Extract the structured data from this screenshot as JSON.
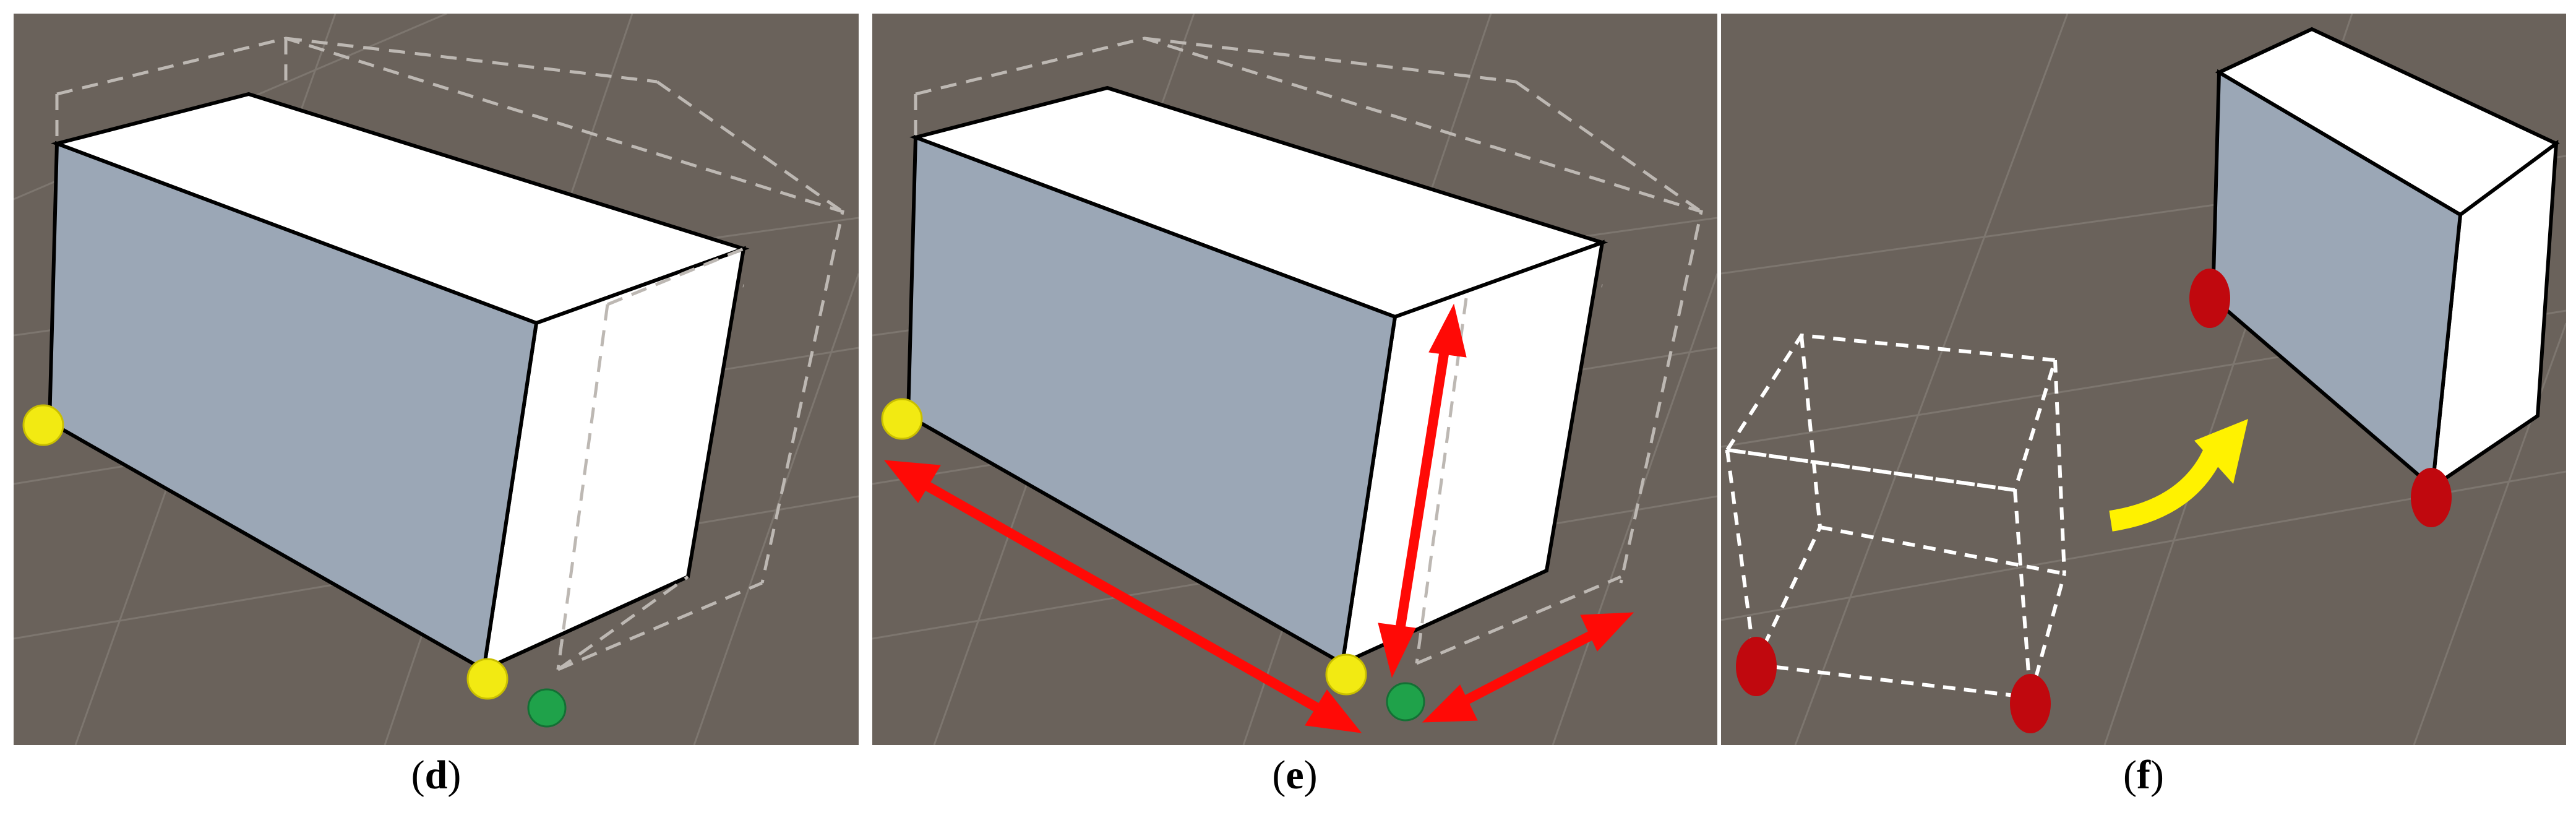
{
  "panels": [
    {
      "id": "d",
      "caption_letter": "d"
    },
    {
      "id": "e",
      "caption_letter": "e"
    },
    {
      "id": "f",
      "caption_letter": "f"
    }
  ],
  "colors": {
    "floor": "#6a625b",
    "grid_line": "#7b746d",
    "box_front": "#9aa6b5",
    "box_white": "#ffffff",
    "edge": "#000000",
    "dashed": "#b9b5b1",
    "dashed_white": "#ffffff",
    "yellow_marker": "#f2ea12",
    "green_marker": "#1fa24a",
    "red_marker": "#c0080e",
    "red_arrow": "#ff0a06",
    "yellow_arrow": "#fff200"
  },
  "icons": {
    "yellow_marker": "sphere",
    "green_marker": "sphere",
    "red_marker": "ellipsoid",
    "dimension_arrow": "double-headed-arrow",
    "rotation_arrow": "curved-arrow"
  }
}
